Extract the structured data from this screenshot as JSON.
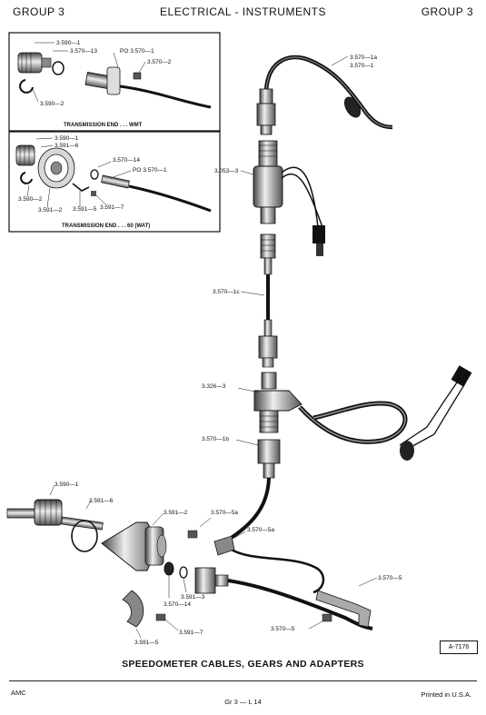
{
  "header": {
    "left": "GROUP 3",
    "center": "ELECTRICAL - INSTRUMENTS",
    "right": "GROUP 3"
  },
  "inset_top": {
    "caption": "TRANSMISSION END . . . WMT",
    "labels": [
      "3.590—1",
      "3.570—13",
      "PO 3.570—1",
      "3.570—2",
      "3.590—2"
    ]
  },
  "inset_bottom": {
    "caption": "TRANSMISSION END . . . 60 (WAT)",
    "labels": [
      "3.590—1",
      "3.591—6",
      "3.570—14",
      "PO 3.570—1",
      "3.590—2",
      "3.591—2",
      "3.591—5",
      "3.591—7"
    ]
  },
  "main_labels": {
    "cable_1a": "3.570—1a",
    "cable_1": "3.570—1",
    "adapter_3053": "3.053—3",
    "cable_1c": "3.570—1c",
    "adapter_3326": "3.326—3",
    "cable_1b": "3.570—1b",
    "gear_3590": "3.590—1",
    "seal_3591_6": "3.591—6",
    "housing_3591_2": "3.591—2",
    "clip_5a_top": "3.570—5a",
    "clip_5a": "3.570—5a",
    "bracket_5_right": "3.570—5",
    "washer_14": "3.570—14",
    "sleeve_3591_3": "3.591—3",
    "screw_3591_7": "3.591—7",
    "retainer_3591_5": "3.591—5",
    "screw_5_bottom": "3.570—5"
  },
  "figure_title": "SPEEDOMETER CABLES, GEARS AND ADAPTERS",
  "ref_code": "A-7176",
  "footer": {
    "left": "AMC",
    "center": "Gr 3 — L 14",
    "right": "Printed in U.S.A."
  }
}
